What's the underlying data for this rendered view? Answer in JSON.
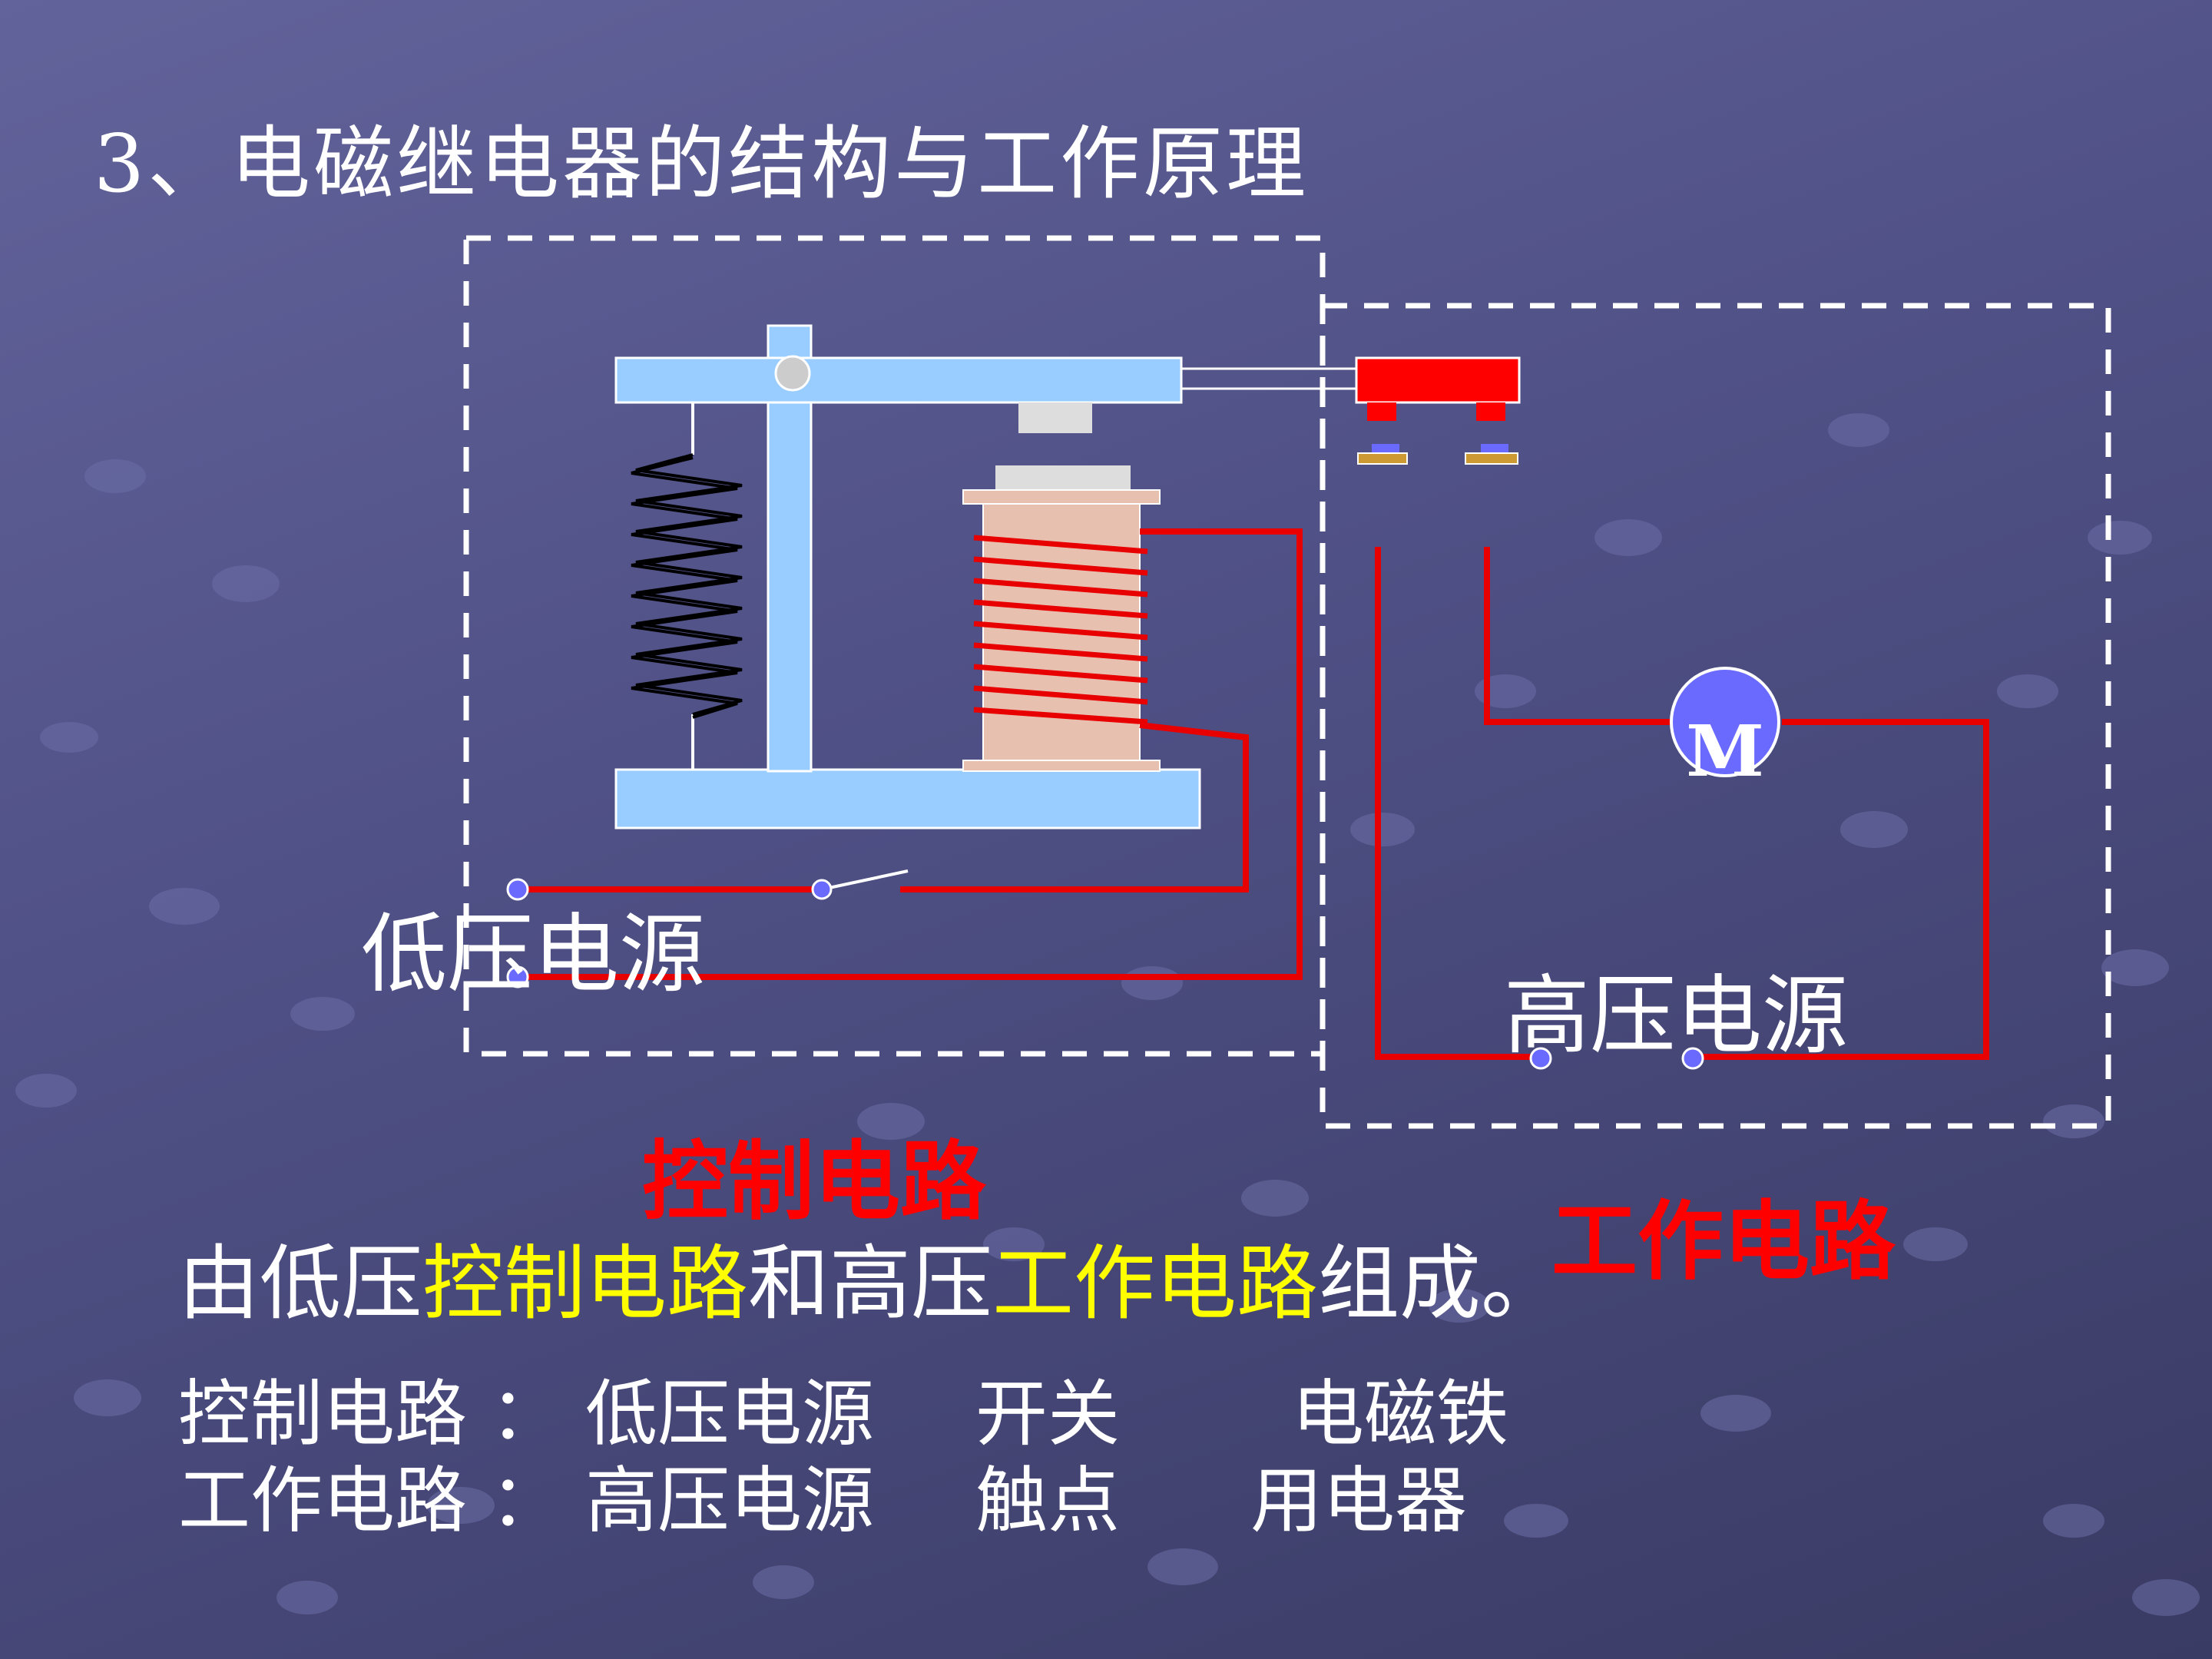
{
  "title": "3、电磁继电器的结构与工作原理",
  "diagram": {
    "motor_symbol": "M",
    "low_voltage_source": "低压电源",
    "high_voltage_source": "高压电源",
    "control_circuit_label": "控制电路",
    "working_circuit_label": "工作电路"
  },
  "summary": {
    "part1": "由低压",
    "part2": "控制电路",
    "part3": "和高压",
    "part4": "工作电路",
    "part5": "组成。"
  },
  "rows": [
    {
      "name": "控制电路 ：",
      "c1": "低压电源",
      "c2": "开关",
      "c3": "电磁铁"
    },
    {
      "name": "工作电路 ：",
      "c1": "高压电源",
      "c2": "触点",
      "c3": "用电器"
    }
  ],
  "colors": {
    "wire": "#e80000",
    "frame": "#99ccff",
    "coil_body": "#e8c0b0",
    "motor": "#6a6aff",
    "highlight": "#ffff00"
  }
}
